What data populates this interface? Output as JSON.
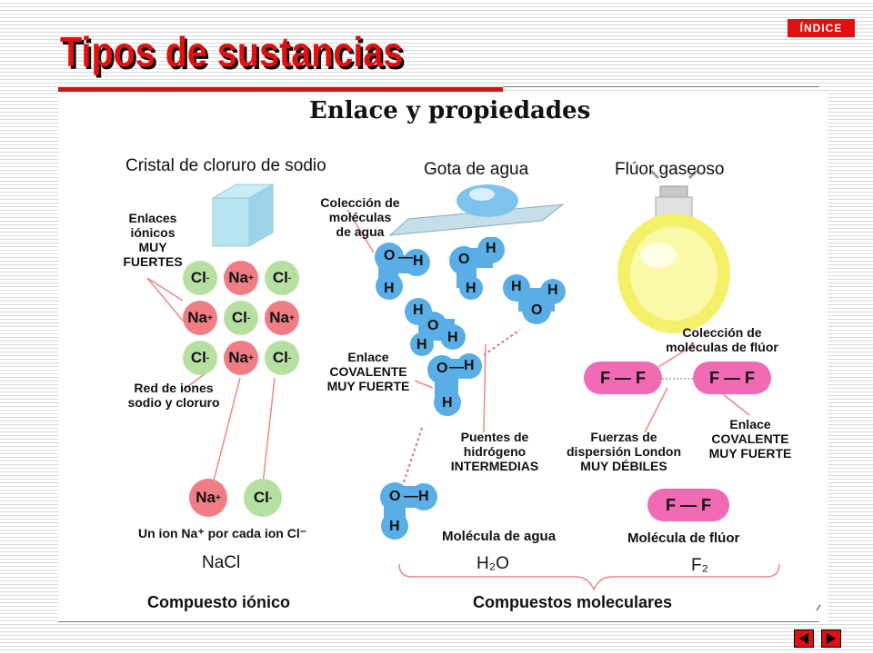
{
  "slide": {
    "title": "Tipos de sustancias",
    "index_button": "ÍNDICE"
  },
  "figure": {
    "heading": "Enlace y propiedades",
    "ionic": {
      "title": "Cristal de cloruro de sodio",
      "bond_label_1": "Enlaces",
      "bond_label_2": "iónicos",
      "bond_label_3": "MUY",
      "bond_label_4": "FUERTES",
      "grid": [
        [
          "Cl",
          "Na",
          "Cl"
        ],
        [
          "Na",
          "Cl",
          "Na"
        ],
        [
          "Cl",
          "Na",
          "Cl"
        ]
      ],
      "network_label_1": "Red de iones",
      "network_label_2": "sodio y cloruro",
      "pair": [
        "Na",
        "Cl"
      ],
      "ratio_label": "Un ion Na⁺ por cada ion Cl⁻",
      "formula": "NaCl",
      "category": "Compuesto iónico"
    },
    "water": {
      "title": "Gota de agua",
      "collection_label_1": "Colección de",
      "collection_label_2": "moléculas",
      "collection_label_3": "de agua",
      "covalent_label_1": "Enlace",
      "covalent_label_2": "COVALENTE",
      "covalent_label_3": "MUY FUERTE",
      "hbond_label_1": "Puentes de",
      "hbond_label_2": "hidrógeno",
      "hbond_label_3": "INTERMEDIAS",
      "molecule_label": "Molécula de agua",
      "formula": "H₂O"
    },
    "fluorine": {
      "title": "Flúor gaseoso",
      "collection_label_1": "Colección de",
      "collection_label_2": "moléculas de flúor",
      "london_label_1": "Fuerzas de",
      "london_label_2": "dispersión London",
      "london_label_3": "MUY DÉBILES",
      "covalent_label_1": "Enlace",
      "covalent_label_2": "COVALENTE",
      "covalent_label_3": "MUY FUERTE",
      "molecule_label": "Molécula de flúor",
      "formula": "F₂",
      "molecule_text": "F — F"
    },
    "molecular_category": "Compuestos moleculares"
  },
  "colors": {
    "accent": "#e01010",
    "sodium": "#f17d84",
    "chloride": "#b6e0a2",
    "water": "#5aaee6",
    "fluorine": "#f06ab4",
    "flask": "#f5f06a"
  },
  "icons": {
    "previous": "triangle-left-icon",
    "next": "triangle-right-icon"
  }
}
